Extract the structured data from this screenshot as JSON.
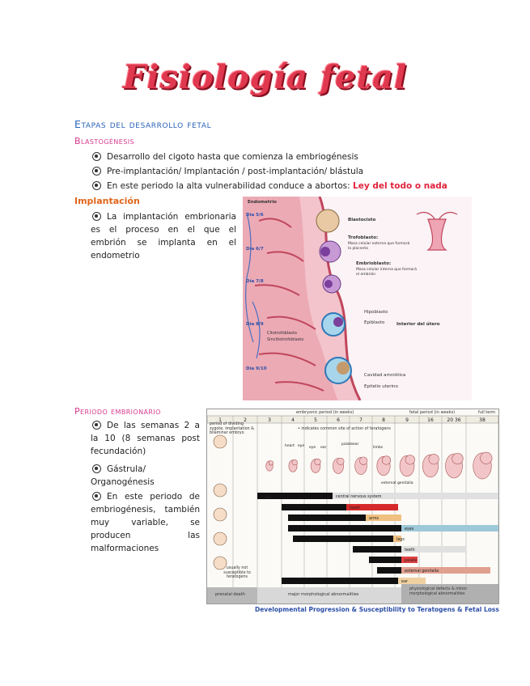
{
  "title": "Fisiología fetal",
  "section": "Etapas del desarrollo fetal",
  "blastogenesis": {
    "heading": "Blastogénesis",
    "bullets": [
      "Desarrollo del cigoto hasta que comienza la embriogénesis",
      "Pre-implantación/ Implantación / post-implantación/ blástula",
      "En este periodo la alta vulnerabilidad conduce a abortos: "
    ],
    "highlight": "Ley del todo o nada"
  },
  "implantacion": {
    "heading": "Implantación",
    "bullet": "La implantación embrionaria es el proceso en el que el embrión se implanta en el endometrio",
    "figure": {
      "labels": {
        "endometrio": "Endometrio",
        "blastocisto": "Blastocisto",
        "trofoblasto": "Trofoblasto:",
        "trofoblasto_desc": "Masa celular externa que formará la placenta",
        "embrioblasto": "Embrioblasto:",
        "embrioblasto_desc": "Masa celular interna que formará el embrión",
        "hipoblasto": "Hipoblasto",
        "epiblasto": "Epiblasto",
        "citotrofoblasto": "Citotrofoblasto",
        "sincitiotrofoblasto": "Sincitiotrofoblasto",
        "interior_utero": "Interior del útero",
        "cavidad_amniotica": "Cavidad amniótica",
        "epitelio_uterino": "Epitelio uterino"
      },
      "days": [
        "Día 5/6",
        "Día 6/7",
        "Día 7/8",
        "Día 8/9",
        "Día 9/10"
      ]
    }
  },
  "periodo": {
    "heading": "Periodo embrionario",
    "bullets": [
      "De las semanas 2 a la 10 (8 semanas post fecundación)",
      "Gástrula/ Organogénesis",
      "En este periodo de embriogénesis, también muy variable, se producen las malformaciones"
    ],
    "chart": {
      "header_left": "embryonic period (in weeks)",
      "header_mid": "fetal period (in weeks)",
      "header_right": "full term",
      "weeks": [
        "1",
        "2",
        "3",
        "4",
        "5",
        "6",
        "7",
        "8",
        "9",
        "16",
        "20 36",
        "38"
      ],
      "col1": "period of dividing zygote, implantation & bilaminar embryo",
      "common_site": "• indicates common site of action of teratogens",
      "organ_labels": [
        "CNS",
        "heart",
        "eye",
        "eye",
        "ear",
        "palate",
        "ear",
        "limbs",
        "external genitalia"
      ],
      "rows": [
        {
          "label": "central nervous system"
        },
        {
          "label": "heart"
        },
        {
          "label": "arms"
        },
        {
          "label": "eyes"
        },
        {
          "label": "legs"
        },
        {
          "label": "teeth"
        },
        {
          "label": "palate"
        },
        {
          "label": "external genitalia"
        },
        {
          "label": "ear"
        }
      ],
      "not_susceptible": "usually not susceptible to teratogens",
      "prenatal_death": "prenatal death",
      "major_abn": "major morphological abnormalities",
      "minor_abn": "physiological defects & minor morphological abnormalities",
      "caption": "Developmental Progression & Susceptibility to Teratogens & Fetal Loss"
    }
  },
  "colors": {
    "title": "#e0384f",
    "section": "#2a63b8",
    "subheading": "#d63a8e",
    "orange": "#e0661a",
    "highlight": "#e0243c"
  }
}
